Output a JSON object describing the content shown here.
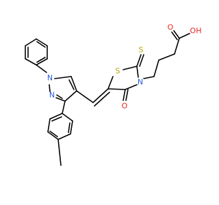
{
  "colors": {
    "bond": "#000000",
    "N": "#2a5bd7",
    "O": "#e8261c",
    "S": "#b8a400",
    "background": "#ffffff"
  },
  "labels": {
    "n_pyrazole_top": "N",
    "n_pyrazole_bottom": "N",
    "s_ring": "S",
    "s_thioxo": "S",
    "n_thiazolidine": "N",
    "o_ketone": "O",
    "o_carbonyl": "O",
    "oh_group": "OH"
  }
}
